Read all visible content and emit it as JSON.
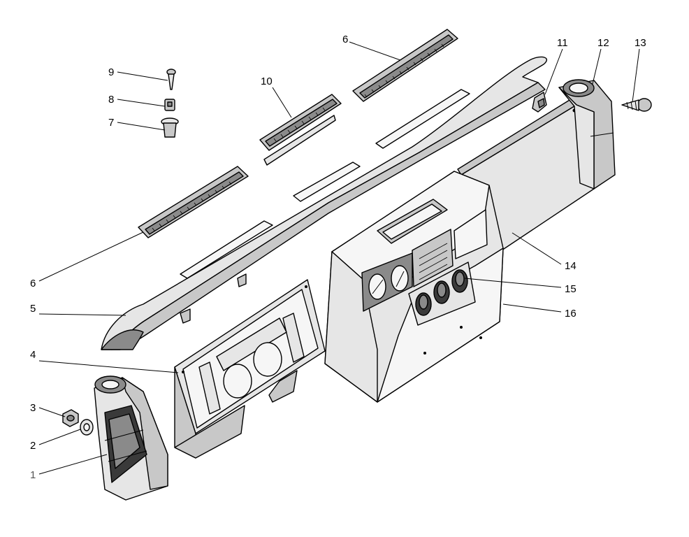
{
  "figure": {
    "callouts": [
      {
        "id": "1",
        "label": "1"
      },
      {
        "id": "2",
        "label": "2"
      },
      {
        "id": "3",
        "label": "3"
      },
      {
        "id": "4",
        "label": "4"
      },
      {
        "id": "5",
        "label": "5"
      },
      {
        "id": "6a",
        "label": "6"
      },
      {
        "id": "6b",
        "label": "6"
      },
      {
        "id": "7",
        "label": "7"
      },
      {
        "id": "8",
        "label": "8"
      },
      {
        "id": "9",
        "label": "9"
      },
      {
        "id": "10",
        "label": "10"
      },
      {
        "id": "11",
        "label": "11"
      },
      {
        "id": "12",
        "label": "12"
      },
      {
        "id": "13",
        "label": "13"
      },
      {
        "id": "14",
        "label": "14"
      },
      {
        "id": "15",
        "label": "15"
      },
      {
        "id": "16",
        "label": "16"
      }
    ]
  }
}
